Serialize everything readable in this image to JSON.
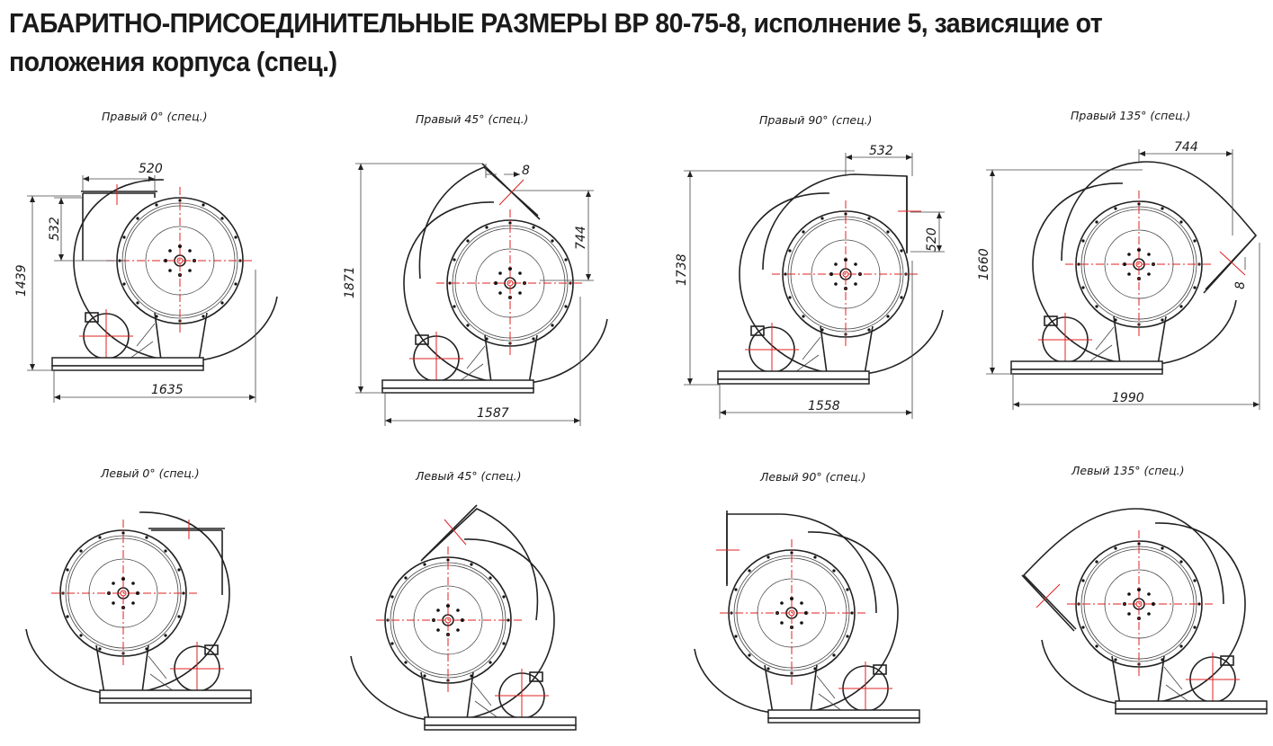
{
  "title": "ГАБАРИТНО-ПРИСОЕДИНИТЕЛЬНЫЕ РАЗМЕРЫ ВР 80-75-8, исполнение 5, зависящие от положения корпуса (спец.)",
  "views": [
    {
      "key": "r0",
      "caption": "Правый 0° (спец.)",
      "dims": {
        "outlet": "520",
        "offset": "532",
        "height": "1439",
        "width": "1635"
      }
    },
    {
      "key": "r45",
      "caption": "Правый 45° (спец.)",
      "dims": {
        "flange": "8",
        "outlet": "744",
        "height": "1871",
        "width": "1587"
      }
    },
    {
      "key": "r90",
      "caption": "Правый 90° (спец.)",
      "dims": {
        "offset": "532",
        "outlet": "520",
        "height": "1738",
        "width": "1558"
      }
    },
    {
      "key": "r135",
      "caption": "Правый 135° (спец.)",
      "dims": {
        "outlet": "744",
        "flange": "8",
        "height": "1660",
        "width": "1990"
      }
    },
    {
      "key": "l0",
      "caption": "Левый 0° (спец.)"
    },
    {
      "key": "l45",
      "caption": "Левый 45° (спец.)"
    },
    {
      "key": "l90",
      "caption": "Левый 90° (спец.)"
    },
    {
      "key": "l135",
      "caption": "Левый 135° (спец.)"
    }
  ]
}
